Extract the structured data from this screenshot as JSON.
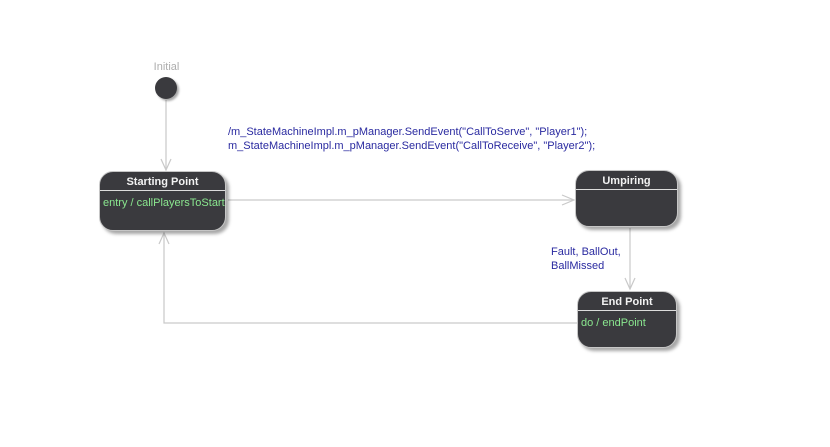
{
  "diagram": {
    "colors": {
      "bg": "#ffffff",
      "state_fill": "#3a3a3e",
      "state_border": "#c6c6c6",
      "separator": "#dcdcdc",
      "title_text": "#f2f2f2",
      "action_text": "#8ae78f",
      "label_text": "#2a2aa0",
      "connector": "#c9c9c9",
      "initial_label": "#adadad"
    },
    "initial": {
      "label": "Initial"
    },
    "states": [
      {
        "id": "starting-point",
        "title": "Starting Point",
        "action": "entry / callPlayersToStart"
      },
      {
        "id": "umpiring",
        "title": "Umpiring",
        "action": ""
      },
      {
        "id": "end-point",
        "title": "End Point",
        "action": "do / endPoint"
      }
    ],
    "transitions": {
      "annotation_line1": "/m_StateMachineImpl.m_pManager.SendEvent(\"CallToServe\", \"Player1\");",
      "annotation_line2": "m_StateMachineImpl.m_pManager.SendEvent(\"CallToReceive\", \"Player2\");",
      "fault_label_line1": "Fault, BallOut,",
      "fault_label_line2": "BallMissed"
    }
  }
}
